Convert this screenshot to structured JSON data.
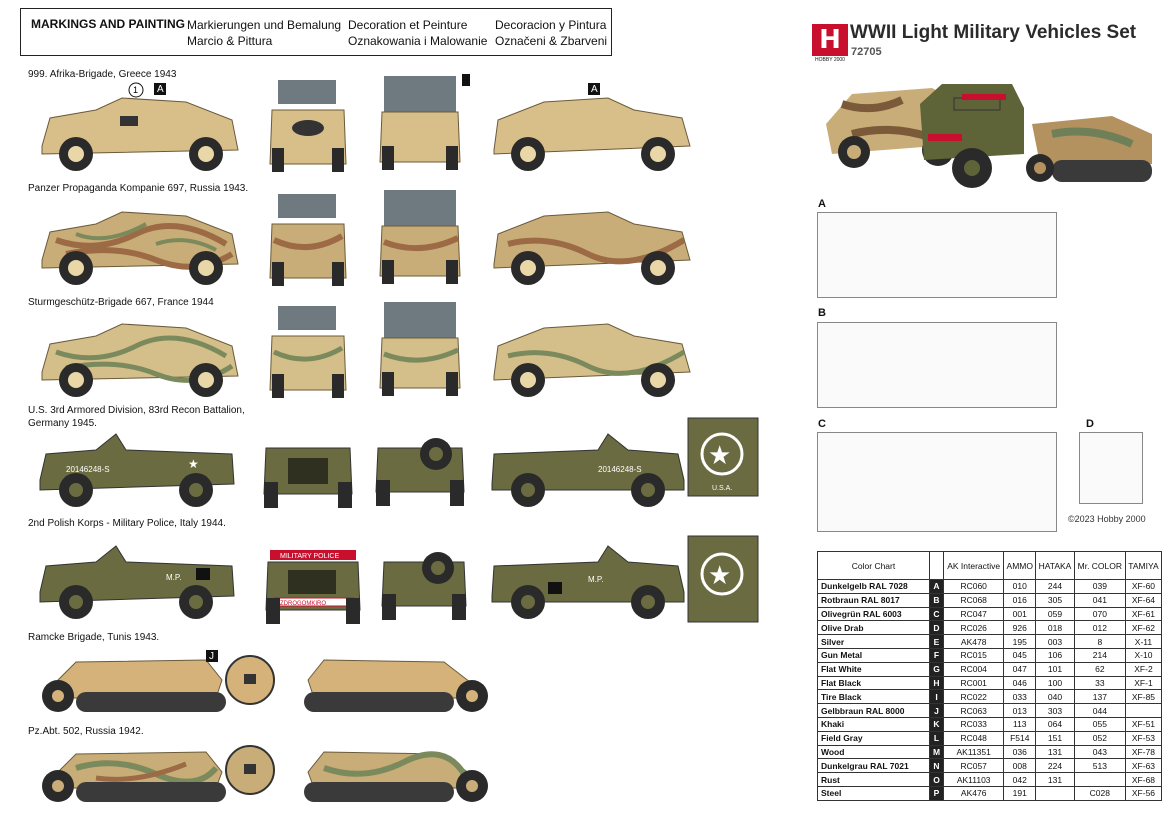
{
  "header": {
    "main": "MARKINGS AND PAINTING",
    "langs": [
      [
        "Markierungen und Bemalung",
        "Marcio & Pittura"
      ],
      [
        "Decoration et Peinture",
        "Oznakowania i Malowanie"
      ],
      [
        "Decoracion y Pintura",
        "Označeni & Zbarveni"
      ]
    ]
  },
  "product": {
    "logo_letter": "H",
    "logo_sub": "HOBBY 2000",
    "title": "WWII Light Military Vehicles Set",
    "code": "72705"
  },
  "schemes": [
    "999. Afrika-Brigade, Greece 1943",
    "Panzer Propaganda Kompanie 697, Russia 1943.",
    "Sturmgeschütz-Brigade 667, France 1944",
    "U.S. 3rd Armored Division, 83rd Recon Battalion,",
    "Germany 1945.",
    "2nd Polish Korps - Military Police, Italy 1944.",
    "Ramcke Brigade, Tunis 1943.",
    "Pz.Abt. 502, Russia 1942."
  ],
  "vehicle_texts": {
    "police_plate": "MILITARY POLICE",
    "reg_plate": "ZDROGOMKIRO",
    "mp": "M.P.",
    "serial": "20146248-S",
    "usa": "U.S.A."
  },
  "sprues": [
    "A",
    "B",
    "C",
    "D"
  ],
  "copyright": "©2023 Hobby 2000",
  "color_chart": {
    "headers": [
      "Color Chart",
      "",
      "AK Interactive",
      "AMMO",
      "HATAKA",
      "Mr. COLOR",
      "TAMIYA"
    ],
    "rows": [
      [
        "Dunkelgelb RAL 7028",
        "A",
        "RC060",
        "010",
        "244",
        "039",
        "XF-60"
      ],
      [
        "Rotbraun RAL 8017",
        "B",
        "RC068",
        "016",
        "305",
        "041",
        "XF-64"
      ],
      [
        "Olivegrün RAL 6003",
        "C",
        "RC047",
        "001",
        "059",
        "070",
        "XF-61"
      ],
      [
        "Olive Drab",
        "D",
        "RC026",
        "926",
        "018",
        "012",
        "XF-62"
      ],
      [
        "Silver",
        "E",
        "AK478",
        "195",
        "003",
        "8",
        "X-11"
      ],
      [
        "Gun Metal",
        "F",
        "RC015",
        "045",
        "106",
        "214",
        "X-10"
      ],
      [
        "Flat White",
        "G",
        "RC004",
        "047",
        "101",
        "62",
        "XF-2"
      ],
      [
        "Flat Black",
        "H",
        "RC001",
        "046",
        "100",
        "33",
        "XF-1"
      ],
      [
        "Tire Black",
        "I",
        "RC022",
        "033",
        "040",
        "137",
        "XF-85"
      ],
      [
        "Gelbbraun RAL 8000",
        "J",
        "RC063",
        "013",
        "303",
        "044",
        ""
      ],
      [
        "Khaki",
        "K",
        "RC033",
        "113",
        "064",
        "055",
        "XF-51"
      ],
      [
        "Field Gray",
        "L",
        "RC048",
        "F514",
        "151",
        "052",
        "XF-53"
      ],
      [
        "Wood",
        "M",
        "AK11351",
        "036",
        "131",
        "043",
        "XF-78"
      ],
      [
        "Dunkelgrau RAL 7021",
        "N",
        "RC057",
        "008",
        "224",
        "513",
        "XF-63"
      ],
      [
        "Rust",
        "O",
        "AK11103",
        "042",
        "131",
        "",
        "XF-68"
      ],
      [
        "Steel",
        "P",
        "AK476",
        "191",
        "",
        "C028",
        "XF-56"
      ]
    ]
  },
  "colors": {
    "sand": "#d8bf8a",
    "camo_brown": "#9c6a44",
    "camo_green": "#7b8a5c",
    "olive": "#6a6b40",
    "gray": "#6e7a80",
    "tire": "#2a2a2a",
    "wheel": "#e9d7a8",
    "brand_red": "#c8102e"
  }
}
